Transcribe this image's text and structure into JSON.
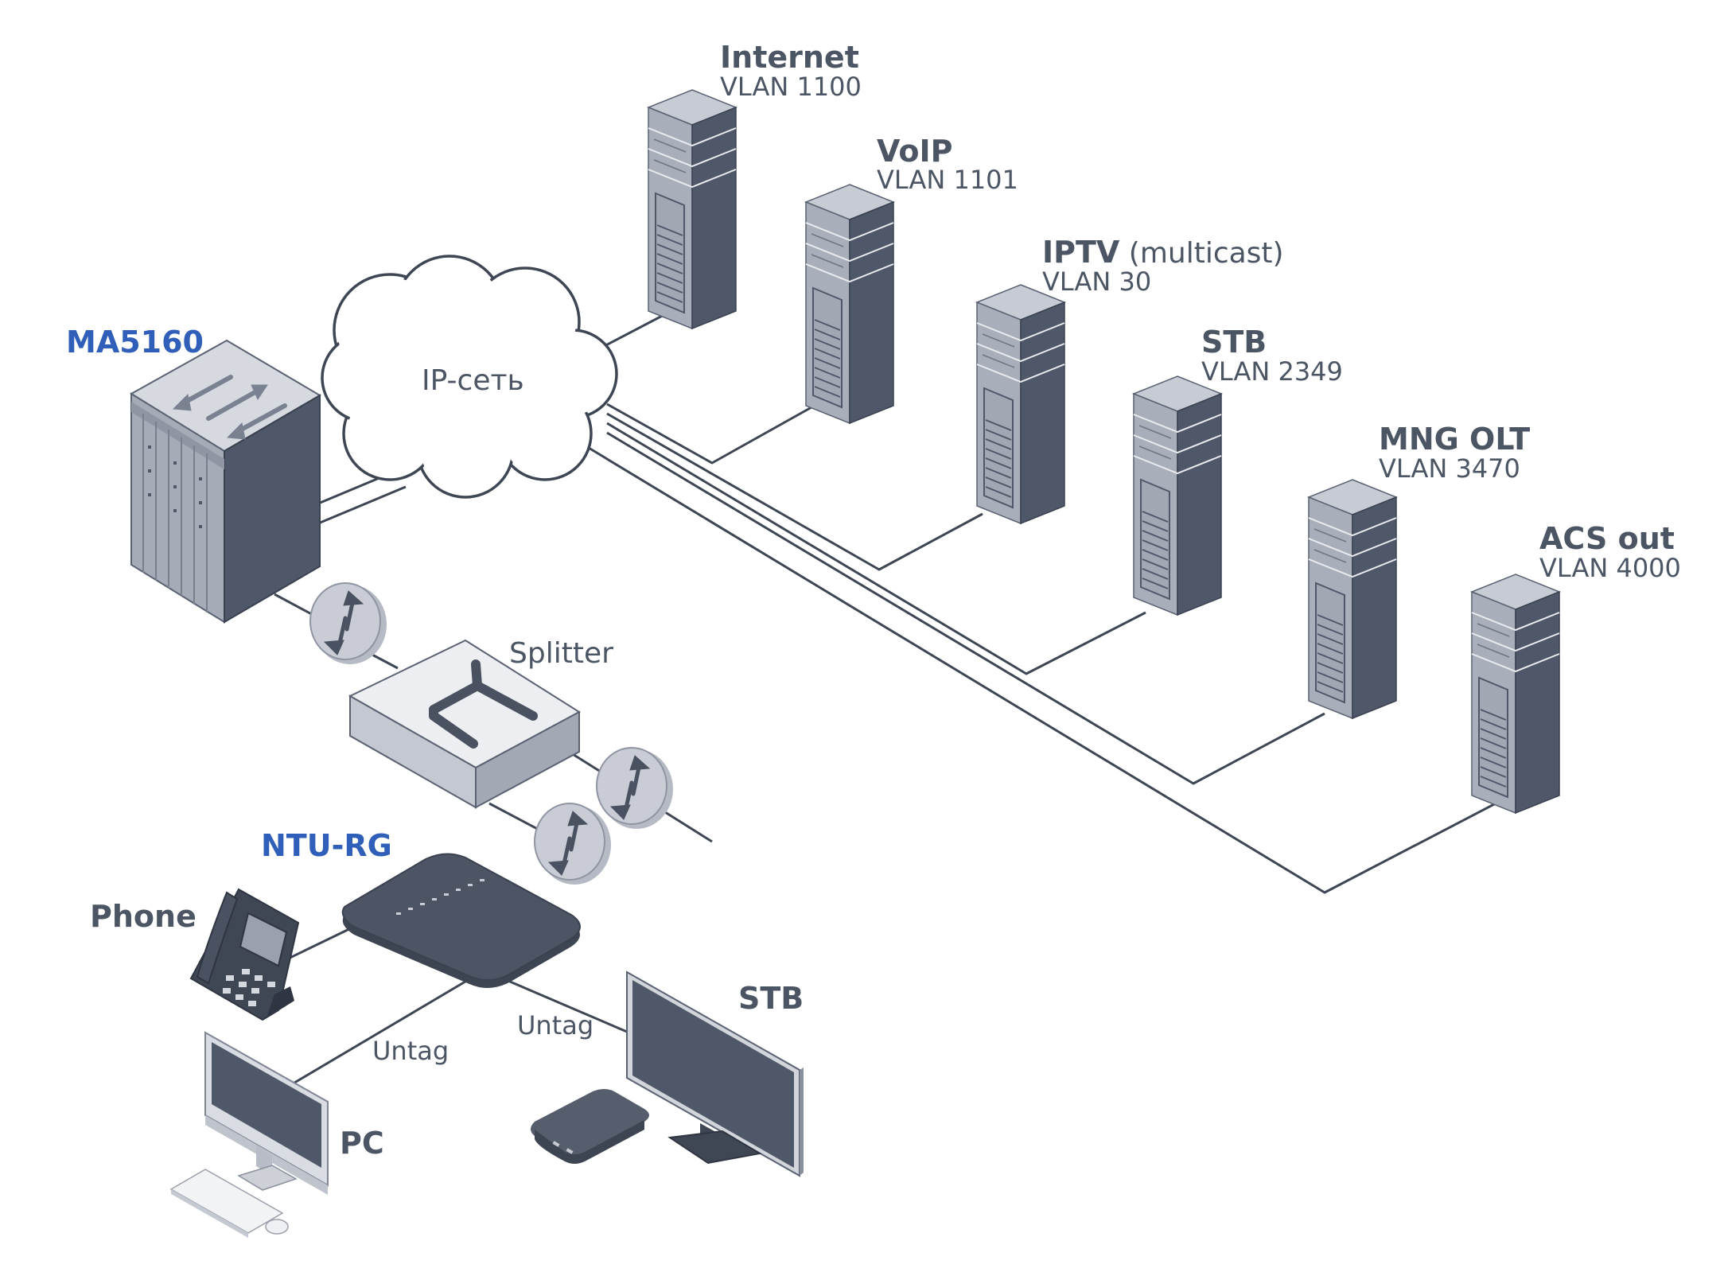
{
  "nodes": {
    "ma5160": "MA5160",
    "cloud": "IP-сеть",
    "splitter": "Splitter",
    "ntu": "NTU-RG",
    "phone": "Phone",
    "pc": "PC",
    "stb_device": "STB",
    "untag_left": "Untag",
    "untag_right": "Untag"
  },
  "services": [
    {
      "name": "Internet",
      "extra": "",
      "vlan": "VLAN 1100"
    },
    {
      "name": "VoIP",
      "extra": "",
      "vlan": "VLAN 1101"
    },
    {
      "name": "IPTV",
      "extra": " (multicast)",
      "vlan": "VLAN 30"
    },
    {
      "name": "STB",
      "extra": "",
      "vlan": "VLAN 2349"
    },
    {
      "name": "MNG OLT",
      "extra": "",
      "vlan": "VLAN 3470"
    },
    {
      "name": "ACS out",
      "extra": "",
      "vlan": "VLAN 4000"
    }
  ],
  "colors": {
    "label": "#4c5564",
    "accent": "#2f5fb8",
    "server_front": "#4f5869",
    "server_side": "#a9aebb",
    "server_top": "#c6cad3",
    "device_dark": "#474f5e",
    "wire": "#3e4654"
  },
  "icons": [
    "server-icon",
    "cloud-icon",
    "olt-chassis-icon",
    "splitter-icon",
    "connector-icon",
    "router-icon",
    "phone-icon",
    "monitor-icon",
    "set-top-box-icon",
    "keyboard-icon",
    "mouse-icon"
  ]
}
